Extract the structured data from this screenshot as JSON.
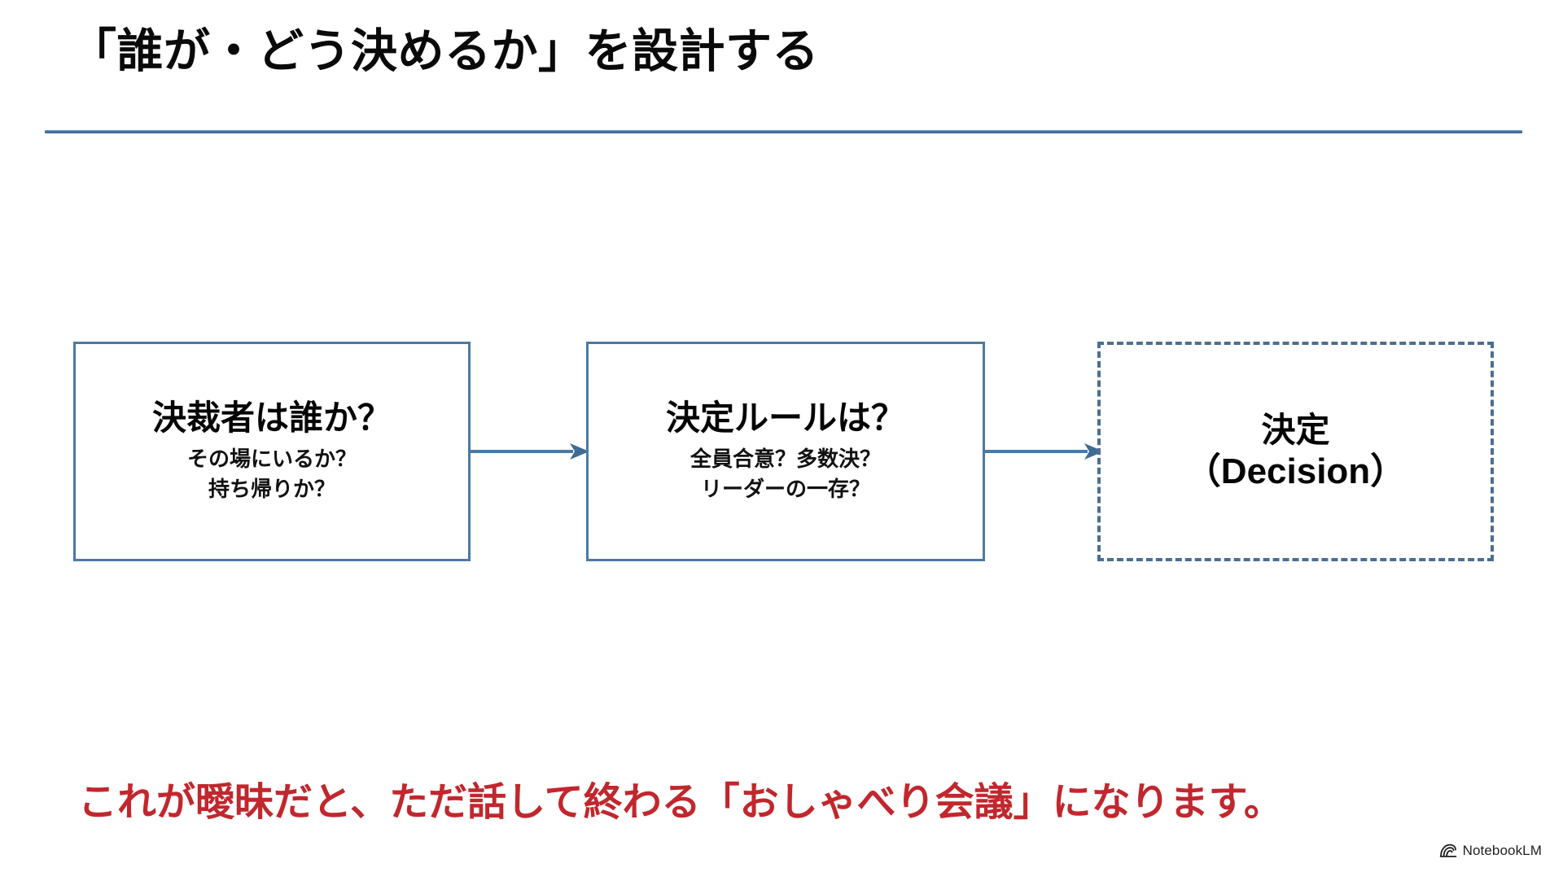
{
  "slide": {
    "title": "「誰が・どう決めるか」を設計する",
    "accent_color": "#4a7aa3",
    "rule_color": "#3f6c96",
    "caption_color": "#c1272d",
    "background_color": "#ffffff"
  },
  "flow": {
    "boxes": [
      {
        "id": "decider",
        "style": "solid",
        "heading": "決裁者は誰か？",
        "sub_lines": [
          "その場にいるか？",
          "持ち帰りか？"
        ]
      },
      {
        "id": "rule",
        "style": "solid",
        "heading": "決定ルールは？",
        "sub_lines": [
          "全員合意？多数決？",
          "リーダーの一存？"
        ]
      },
      {
        "id": "decision",
        "style": "dashed",
        "heading": "決定",
        "sub_lines": [
          "（Decision）"
        ]
      }
    ],
    "arrows": [
      {
        "id": "arrow-1",
        "from": "decider",
        "to": "rule",
        "direction": "right"
      },
      {
        "id": "arrow-2",
        "from": "rule",
        "to": "decision",
        "direction": "right"
      }
    ]
  },
  "caption": {
    "text": "これが曖昧だと、ただ話して終わる「おしゃべり会議」になります。"
  },
  "watermark": {
    "label": "NotebookLM",
    "icon": "notebooklm-spiral-icon"
  }
}
